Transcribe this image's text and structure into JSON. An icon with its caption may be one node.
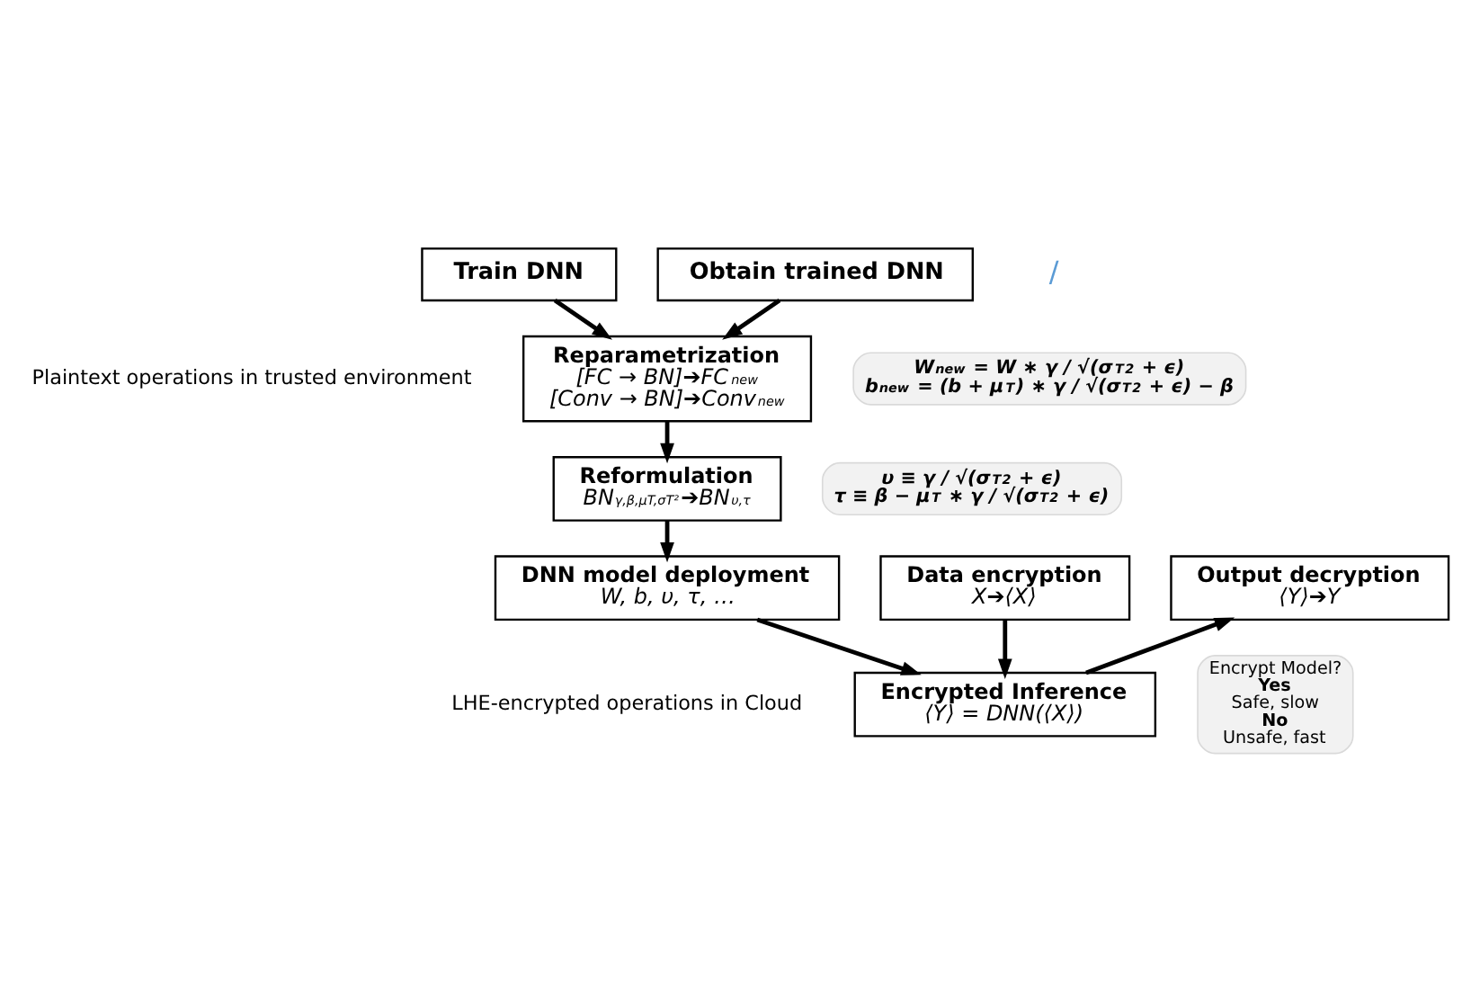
{
  "diagram": {
    "nodes": [
      {
        "text": [
          "Train DNN"
        ]
      },
      {
        "text": [
          "Obtain trained DNN"
        ]
      },
      {
        "text": [
          "Reparametrization",
          "[FC → BN]➔FC$_{new}$",
          "[Conv → BN]➔Conv$_{new}$"
        ]
      },
      {
        "text": [
          "W$_{new}$ = W ∗ γ / √(σ$_{T}$$^{2}$ + ϵ)",
          "b$_{new}$ = (b + μ$_{T}$) ∗ γ / √(σ$_{T}$$^{2}$ + ϵ) − β"
        ]
      },
      {
        "text": [
          "Reformulation",
          "BN$_{γ,β,μT,σT²}$➔BN$_{υ,τ}$"
        ]
      },
      {
        "text": [
          "υ ≡ γ / √(σ$_{T}$$^{2}$ + ϵ)",
          "τ ≡ β − μ$_{T}$ ∗ γ / √(σ$_{T}$$^{2}$ + ϵ)"
        ]
      },
      {
        "text": [
          "Data encryption",
          "X➔⟨X⟩"
        ]
      },
      {
        "text": [
          "DNN model deployment",
          "W, b, υ, τ, …"
        ]
      },
      {
        "text": [
          "Output decryption",
          "⟨Y⟩➔Y"
        ]
      },
      {
        "text": [
          "Encrypt Model?",
          "Yes",
          "Safe, slow",
          "No",
          "Unsafe, fast"
        ]
      },
      {
        "text": [
          "Encrypted Inference",
          "⟨Y⟩ = DNN(⟨X⟩)"
        ]
      }
    ],
    "edges": [
      {
        "from": 0,
        "to": 2,
        "arrow": "to"
      },
      {
        "from": 1,
        "to": 2,
        "arrow": "to"
      },
      {
        "from": 2,
        "to": 4,
        "arrow": "to"
      },
      {
        "from": 4,
        "to": 7,
        "arrow": "to"
      },
      {
        "from": 7,
        "to": 10,
        "arrow": "to"
      },
      {
        "from": 6,
        "to": 10,
        "arrow": "to"
      },
      {
        "from": 10,
        "to": 8,
        "arrow": "to"
      }
    ],
    "labels": [
      "/",
      "Plaintext operations in trusted environment",
      "LHE-encrypted operations in Cloud"
    ]
  }
}
